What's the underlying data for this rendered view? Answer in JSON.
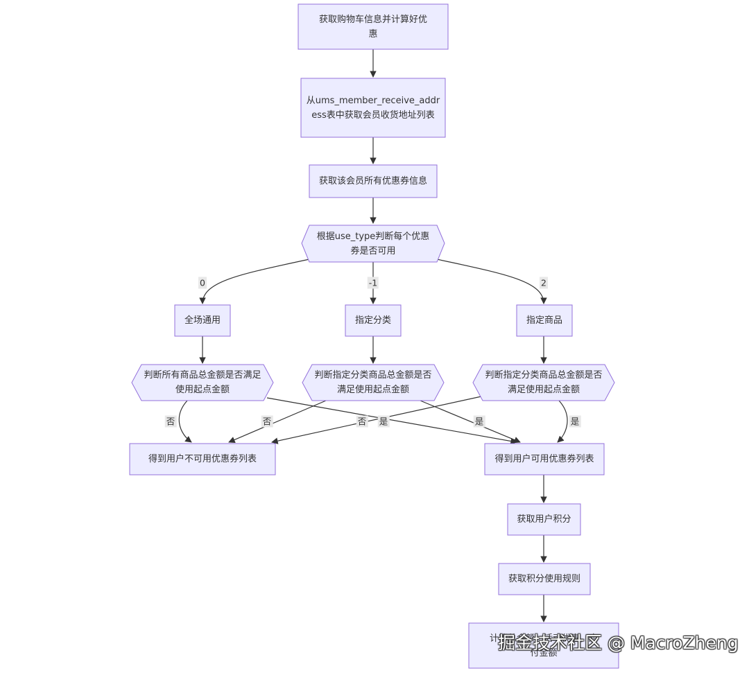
{
  "nodes": {
    "n1": "获取购物车信息并计算好优惠",
    "n2": "从ums_member_receive_address表中获取会员收货地址列表",
    "n3": "获取该会员所有优惠券信息",
    "n4": "根据use_type判断每个优惠券是否可用",
    "n5": "全场通用",
    "n6": "指定分类",
    "n7": "指定商品",
    "n8": "判断所有商品总金额是否满足使用起点金额",
    "n9": "判断指定分类商品总金额是否满足使用起点金额",
    "n10": "判断指定分类商品总金额是否满足使用起点金额",
    "n11": "得到用户不可用优惠券列表",
    "n12": "得到用户可用优惠券列表",
    "n13": "获取用户积分",
    "n14": "获取积分使用规则",
    "n15": "计算总金额，活动优惠，应付金额"
  },
  "edge_labels": {
    "e_0": "0",
    "e_m1": "-1",
    "e_2": "2",
    "e_no1": "否",
    "e_no2": "否",
    "e_no3": "否",
    "e_yes1": "是",
    "e_yes2": "是",
    "e_yes3": "是"
  },
  "watermark": "掘金技术社区 @ MacroZheng",
  "colors": {
    "node_fill": "#ececff",
    "node_stroke": "#9370db",
    "edge": "#333333",
    "edge_label_bg": "#e8e8e8"
  }
}
